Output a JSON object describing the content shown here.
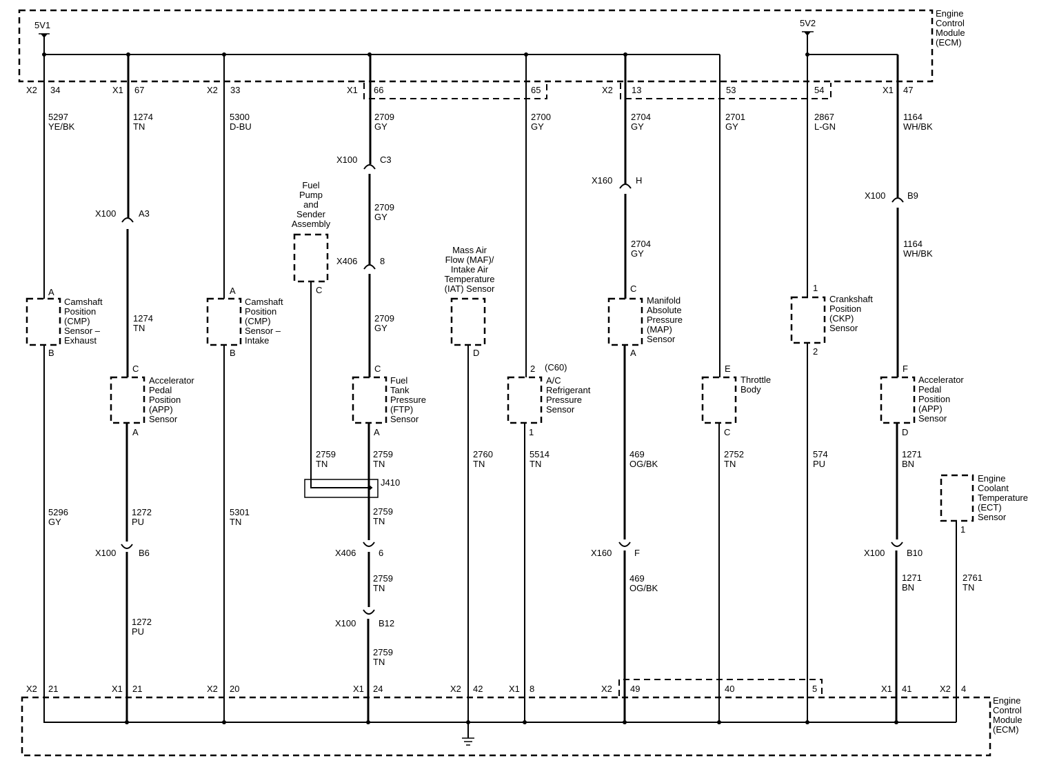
{
  "ecm": {
    "top_label": [
      "Engine",
      "Control",
      "Module",
      "(ECM)"
    ],
    "bottom_label": [
      "Engine",
      "Control",
      "Module",
      "(ECM)"
    ],
    "supply_5v1": "5V1",
    "supply_5v2": "5V2"
  },
  "top_pins": [
    {
      "conn": "X2",
      "pin": "34"
    },
    {
      "conn": "X1",
      "pin": "67"
    },
    {
      "conn": "X2",
      "pin": "33"
    },
    {
      "conn": "X1",
      "pin": "66"
    },
    {
      "conn": "",
      "pin": "65"
    },
    {
      "conn": "X2",
      "pin": "13"
    },
    {
      "conn": "",
      "pin": "53"
    },
    {
      "conn": "",
      "pin": "54"
    },
    {
      "conn": "X1",
      "pin": "47"
    }
  ],
  "bottom_pins": [
    {
      "conn": "X2",
      "pin": "21"
    },
    {
      "conn": "X1",
      "pin": "21"
    },
    {
      "conn": "X2",
      "pin": "20"
    },
    {
      "conn": "X1",
      "pin": "24"
    },
    {
      "conn": "X2",
      "pin": "42"
    },
    {
      "conn": "X1",
      "pin": "8"
    },
    {
      "conn": "X2",
      "pin": "49"
    },
    {
      "conn": "",
      "pin": "40"
    },
    {
      "conn": "",
      "pin": "5"
    },
    {
      "conn": "X1",
      "pin": "41"
    },
    {
      "conn": "X2",
      "pin": "4"
    }
  ],
  "wires": [
    {
      "circuit": "5297",
      "color": "YE/BK"
    },
    {
      "circuit": "5296",
      "color": "GY"
    },
    {
      "circuit": "1274",
      "color": "TN"
    },
    {
      "circuit": "1274",
      "color": "TN"
    },
    {
      "circuit": "1272",
      "color": "PU"
    },
    {
      "circuit": "1272",
      "color": "PU"
    },
    {
      "circuit": "5300",
      "color": "D-BU"
    },
    {
      "circuit": "5301",
      "color": "TN"
    },
    {
      "circuit": "2709",
      "color": "GY"
    },
    {
      "circuit": "2709",
      "color": "GY"
    },
    {
      "circuit": "2709",
      "color": "GY"
    },
    {
      "circuit": "2759",
      "color": "TN"
    },
    {
      "circuit": "2759",
      "color": "TN"
    },
    {
      "circuit": "2759",
      "color": "TN"
    },
    {
      "circuit": "2759",
      "color": "TN"
    },
    {
      "circuit": "2759",
      "color": "TN"
    },
    {
      "circuit": "2760",
      "color": "TN"
    },
    {
      "circuit": "2700",
      "color": "GY"
    },
    {
      "circuit": "5514",
      "color": "TN"
    },
    {
      "circuit": "2704",
      "color": "GY"
    },
    {
      "circuit": "2704",
      "color": "GY"
    },
    {
      "circuit": "469",
      "color": "OG/BK"
    },
    {
      "circuit": "469",
      "color": "OG/BK"
    },
    {
      "circuit": "2701",
      "color": "GY"
    },
    {
      "circuit": "2752",
      "color": "TN"
    },
    {
      "circuit": "2867",
      "color": "L-GN"
    },
    {
      "circuit": "574",
      "color": "PU"
    },
    {
      "circuit": "1164",
      "color": "WH/BK"
    },
    {
      "circuit": "1164",
      "color": "WH/BK"
    },
    {
      "circuit": "1271",
      "color": "BN"
    },
    {
      "circuit": "1271",
      "color": "BN"
    },
    {
      "circuit": "2761",
      "color": "TN"
    }
  ],
  "inline_connectors": [
    {
      "conn": "X100",
      "pin": "A3"
    },
    {
      "conn": "X100",
      "pin": "B6"
    },
    {
      "conn": "X100",
      "pin": "C3"
    },
    {
      "conn": "X406",
      "pin": "8"
    },
    {
      "conn": "X406",
      "pin": "6"
    },
    {
      "conn": "X100",
      "pin": "B12"
    },
    {
      "conn": "X160",
      "pin": "H"
    },
    {
      "conn": "X160",
      "pin": "F"
    },
    {
      "conn": "X100",
      "pin": "B9"
    },
    {
      "conn": "X100",
      "pin": "B10"
    }
  ],
  "components": [
    {
      "lines": [
        "Camshaft",
        "Position",
        "(CMP)",
        "Sensor –",
        "Exhaust"
      ],
      "pin_top": "A",
      "pin_bottom": "B"
    },
    {
      "lines": [
        "Accelerator",
        "Pedal",
        "Position",
        "(APP)",
        "Sensor"
      ],
      "pin_top": "C",
      "pin_bottom": "A"
    },
    {
      "lines": [
        "Camshaft",
        "Position",
        "(CMP)",
        "Sensor –",
        "Intake"
      ],
      "pin_top": "A",
      "pin_bottom": "B"
    },
    {
      "lines": [
        "Fuel",
        "Pump",
        "and",
        "Sender",
        "Assembly"
      ],
      "pin_top": "",
      "pin_bottom": "C"
    },
    {
      "lines": [
        "Fuel",
        "Tank",
        "Pressure",
        "(FTP)",
        "Sensor"
      ],
      "pin_top": "C",
      "pin_bottom": "A"
    },
    {
      "lines": [
        "Mass Air",
        "Flow (MAF)/",
        "Intake Air",
        "Temperature",
        "(IAT) Sensor"
      ],
      "pin_top": "",
      "pin_bottom": "D"
    },
    {
      "lines": [
        "A/C",
        "Refrigerant",
        "Pressure",
        "Sensor"
      ],
      "pin_top": "2",
      "pin_bottom": "1",
      "conn_label": "(C60)"
    },
    {
      "lines": [
        "Manifold",
        "Absolute",
        "Pressure",
        "(MAP)",
        "Sensor"
      ],
      "pin_top": "C",
      "pin_bottom": "A"
    },
    {
      "lines": [
        "Throttle",
        "Body"
      ],
      "pin_top": "E",
      "pin_bottom": "C"
    },
    {
      "lines": [
        "Crankshaft",
        "Position",
        "(CKP)",
        "Sensor"
      ],
      "pin_top": "1",
      "pin_bottom": "2"
    },
    {
      "lines": [
        "Accelerator",
        "Pedal",
        "Position",
        "(APP)",
        "Sensor"
      ],
      "pin_top": "F",
      "pin_bottom": "D"
    },
    {
      "lines": [
        "Engine",
        "Coolant",
        "Temperature",
        "(ECT)",
        "Sensor"
      ],
      "pin_top": "",
      "pin_bottom": "1"
    }
  ],
  "splice": {
    "name": "J410"
  }
}
